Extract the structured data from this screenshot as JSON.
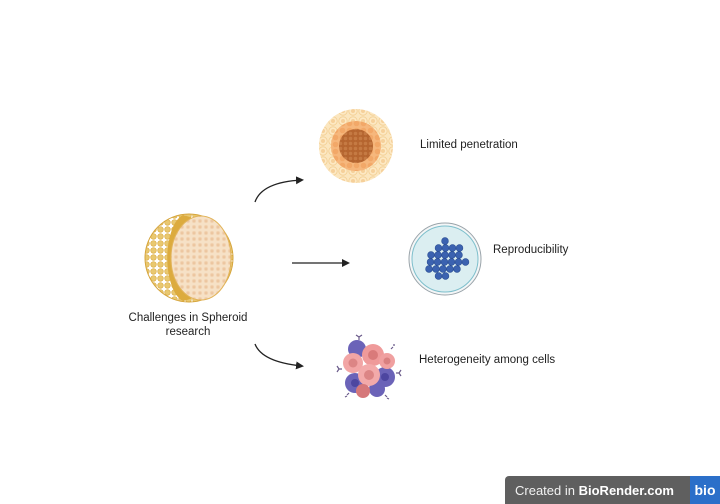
{
  "diagram": {
    "center": {
      "label_line1": "Challenges in Spheroid",
      "label_line2": "research",
      "icon": "spheroid-cross-section-icon"
    },
    "branches": [
      {
        "label": "Limited penetration",
        "icon": "layered-spheroid-icon"
      },
      {
        "label": "Reproducibility",
        "icon": "petri-dish-cells-icon"
      },
      {
        "label": "Heterogeneity among cells",
        "icon": "mixed-cell-cluster-icon"
      }
    ]
  },
  "watermark": {
    "prefix": "Created in ",
    "brand": "BioRender.com",
    "logo_text": "bio"
  },
  "colors": {
    "arrow": "#222222",
    "badge_bg": "#5f5f5f",
    "logo_bg": "#2b6fc9"
  }
}
